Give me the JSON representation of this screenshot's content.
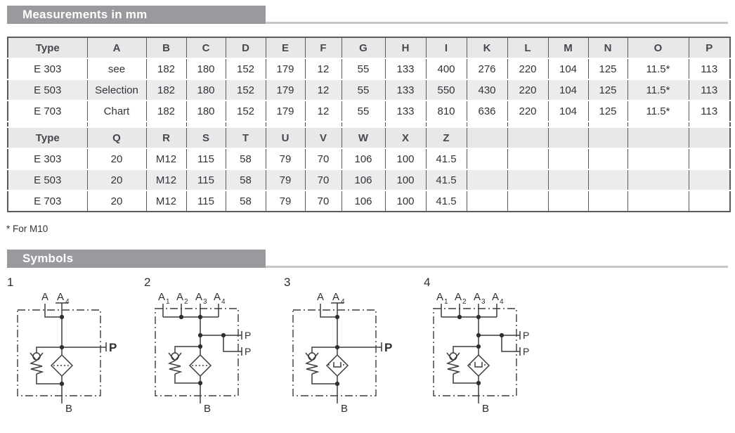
{
  "measurements": {
    "title": "Measurements in mm",
    "h1": [
      "Type",
      "A",
      "B",
      "C",
      "D",
      "E",
      "F",
      "G",
      "H",
      "I",
      "K",
      "L",
      "M",
      "N",
      "O",
      "P"
    ],
    "r1": [
      [
        "E 303",
        "see",
        "182",
        "180",
        "152",
        "179",
        "12",
        "55",
        "133",
        "400",
        "276",
        "220",
        "104",
        "125",
        "11.5*",
        "113"
      ],
      [
        "E 503",
        "Selection",
        "182",
        "180",
        "152",
        "179",
        "12",
        "55",
        "133",
        "550",
        "430",
        "220",
        "104",
        "125",
        "11.5*",
        "113"
      ],
      [
        "E 703",
        "Chart",
        "182",
        "180",
        "152",
        "179",
        "12",
        "55",
        "133",
        "810",
        "636",
        "220",
        "104",
        "125",
        "11.5*",
        "113"
      ]
    ],
    "h2": [
      "Type",
      "Q",
      "R",
      "S",
      "T",
      "U",
      "V",
      "W",
      "X",
      "Z",
      "",
      "",
      "",
      "",
      "",
      ""
    ],
    "r2": [
      [
        "E 303",
        "20",
        "M12",
        "115",
        "58",
        "79",
        "70",
        "106",
        "100",
        "41.5",
        "",
        "",
        "",
        "",
        "",
        ""
      ],
      [
        "E 503",
        "20",
        "M12",
        "115",
        "58",
        "79",
        "70",
        "106",
        "100",
        "41.5",
        "",
        "",
        "",
        "",
        "",
        ""
      ],
      [
        "E 703",
        "20",
        "M12",
        "115",
        "58",
        "79",
        "70",
        "106",
        "100",
        "41.5",
        "",
        "",
        "",
        "",
        "",
        ""
      ]
    ],
    "footnote": "* For M10"
  },
  "symbols_section": {
    "title": "Symbols",
    "items": [
      {
        "number": "1",
        "a1": "A",
        "a1s": "",
        "a2": "A",
        "a2s": "4",
        "p1": "P",
        "b": "B"
      },
      {
        "number": "2",
        "a1": "A",
        "a1s": "1",
        "a2": "A",
        "a2s": "2",
        "a3": "A",
        "a3s": "3",
        "a4": "A",
        "a4s": "4",
        "p1": "P",
        "p2": "P",
        "b": "B"
      },
      {
        "number": "3",
        "a1": "A",
        "a1s": "",
        "a2": "A",
        "a2s": "4",
        "p1": "P",
        "b": "B"
      },
      {
        "number": "4",
        "a1": "A",
        "a1s": "1",
        "a2": "A",
        "a2s": "2",
        "a3": "A",
        "a3s": "3",
        "a4": "A",
        "a4s": "4",
        "p1": "P",
        "p2": "P",
        "b": "B"
      }
    ],
    "colors": {
      "bar_gray": "#9a9a9e",
      "line": "#3c3c40",
      "header_row": "#e8e8ea",
      "alt_row": "#ececee",
      "border": "#5a5a5e"
    }
  }
}
